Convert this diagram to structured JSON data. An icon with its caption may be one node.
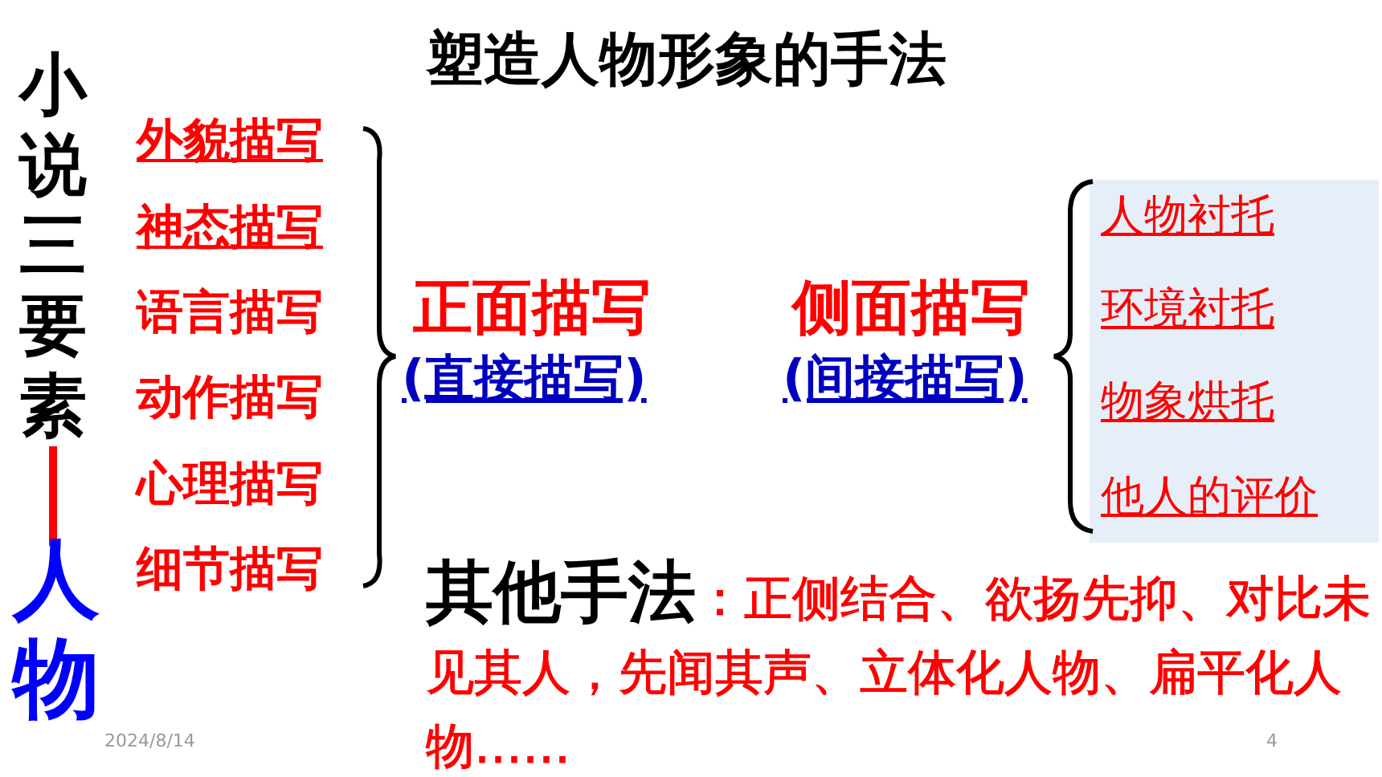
{
  "diagram": {
    "title": "塑造人物形象的手法",
    "nodes": [
      {
        "text": [
          "小说三要素"
        ]
      },
      {
        "text": [
          "人物"
        ]
      }
    ],
    "edges": [
      {
        "from": 0,
        "to": 1,
        "arrow": "none"
      }
    ],
    "labels": [
      "外貌描写",
      "神态描写",
      "语言描写",
      "动作描写",
      "心理描写",
      "细节描写",
      "正面描写",
      "(直接描写)",
      "侧面描写",
      "(间接描写)",
      "人物衬托",
      "环境衬托",
      "物象烘托",
      "他人的评价",
      "其他手法",
      "：正侧结合、欲扬先抑、对比未见其人，先闻其声、立体化人物、扁平化人物……",
      "2024/8/14",
      "4"
    ]
  }
}
